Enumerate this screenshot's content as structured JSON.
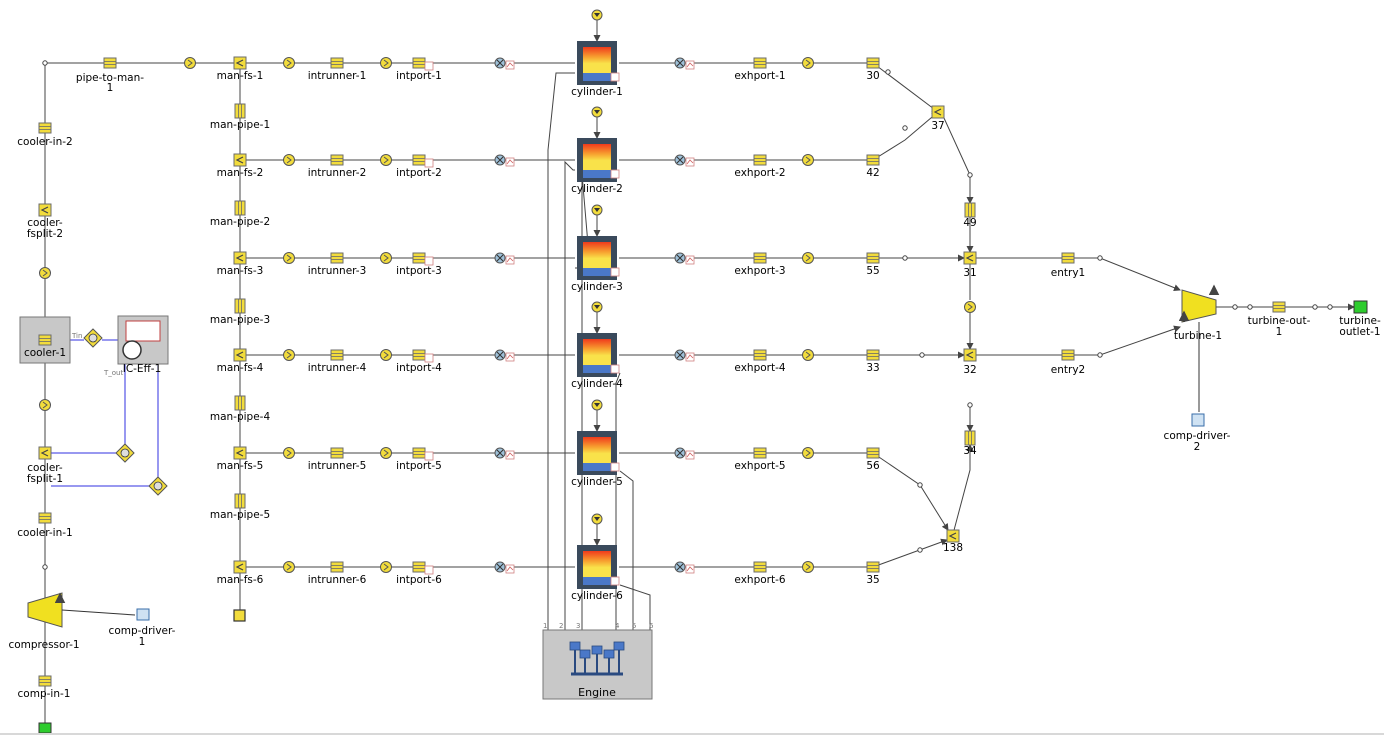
{
  "colors": {
    "pipe_fill": "#f2dc3c",
    "pipe_border": "#6b6b6b",
    "cylinder_frame": "#3a4a5c",
    "cylinder_top": "#f04020",
    "cylinder_mid": "#f9e04a",
    "cylinder_bottom": "#4a78c8",
    "engine_box": "#c8c8c8",
    "signal_wire": "#3030e0",
    "flow_wire": "#444444",
    "env_boundary": "#2ecc2e",
    "turbomachine": "#f0e020"
  },
  "labels": {
    "pipe_to_man_a": "pipe-to-man-",
    "pipe_to_man_b": "1",
    "cooler_in_2": "cooler-in-2",
    "cooler_fsplit_2_a": "cooler-",
    "cooler_fsplit_2_b": "fsplit-2",
    "cooler_1": "cooler-1",
    "ic_eff_1": "IC-Eff-1",
    "cooler_fsplit_1_a": "cooler-",
    "cooler_fsplit_1_b": "fsplit-1",
    "cooler_in_1": "cooler-in-1",
    "compressor_1": "compressor-1",
    "comp_driver_1_a": "comp-driver-",
    "comp_driver_1_b": "1",
    "comp_in_1": "comp-in-1",
    "engine": "Engine",
    "turbine_1": "turbine-1",
    "turbine_out_1_a": "turbine-out-",
    "turbine_out_1_b": "1",
    "turbine_outlet_1_a": "turbine-",
    "turbine_outlet_1_b": "outlet-1",
    "comp_driver_2_a": "comp-driver-",
    "comp_driver_2_b": "2",
    "entry1": "entry1",
    "entry2": "entry2",
    "junction_37": "37",
    "junction_49": "49",
    "junction_31": "31",
    "junction_32": "32",
    "junction_34": "34",
    "junction_138": "138",
    "port_tout": "T_out",
    "port_tin": "Tin",
    "engine_ports": [
      "1",
      "2",
      "3",
      "4",
      "5",
      "6"
    ]
  },
  "rows": [
    {
      "manfs": "man-fs-1",
      "manpipe": "man-pipe-1",
      "intrunner": "intrunner-1",
      "intport": "intport-1",
      "cylinder": "cylinder-1",
      "exhport": "exhport-1",
      "end": "30"
    },
    {
      "manfs": "man-fs-2",
      "manpipe": "man-pipe-2",
      "intrunner": "intrunner-2",
      "intport": "intport-2",
      "cylinder": "cylinder-2",
      "exhport": "exhport-2",
      "end": "42"
    },
    {
      "manfs": "man-fs-3",
      "manpipe": "man-pipe-3",
      "intrunner": "intrunner-3",
      "intport": "intport-3",
      "cylinder": "cylinder-3",
      "exhport": "exhport-3",
      "end": "55"
    },
    {
      "manfs": "man-fs-4",
      "manpipe": "man-pipe-4",
      "intrunner": "intrunner-4",
      "intport": "intport-4",
      "cylinder": "cylinder-4",
      "exhport": "exhport-4",
      "end": "33"
    },
    {
      "manfs": "man-fs-5",
      "manpipe": "man-pipe-5",
      "intrunner": "intrunner-5",
      "intport": "intport-5",
      "cylinder": "cylinder-5",
      "exhport": "exhport-5",
      "end": "56"
    },
    {
      "manfs": "man-fs-6",
      "manpipe": "",
      "intrunner": "intrunner-6",
      "intport": "intport-6",
      "cylinder": "cylinder-6",
      "exhport": "exhport-6",
      "end": "35"
    }
  ]
}
